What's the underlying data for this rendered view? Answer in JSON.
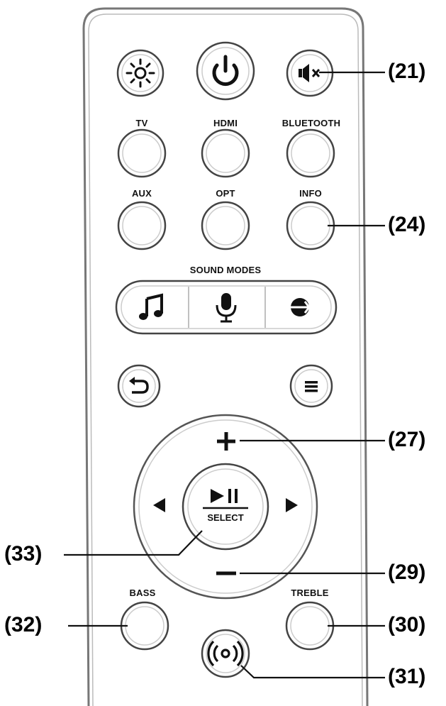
{
  "labels": {
    "tv": "TV",
    "hdmi": "HDMI",
    "bluetooth": "BLUETOOTH",
    "aux": "AUX",
    "opt": "OPT",
    "info": "INFO",
    "sound_modes": "SOUND MODES",
    "select": "SELECT",
    "bass": "BASS",
    "treble": "TREBLE"
  },
  "callouts": {
    "c21": "(21)",
    "c24": "(24)",
    "c27": "(27)",
    "c29": "(29)",
    "c30": "(30)",
    "c31": "(31)",
    "c32": "(32)",
    "c33": "(33)"
  },
  "icons": {
    "brightness": "sun-icon",
    "power": "power-icon",
    "mute": "mute-icon",
    "music_mode": "music-note-icon",
    "voice_mode": "microphone-icon",
    "movie_mode": "movie-mode-icon",
    "back": "back-arrow-icon",
    "menu": "menu-icon",
    "play_pause": "play-pause-icon",
    "left": "left-arrow-icon",
    "right": "right-arrow-icon",
    "volume_up": "plus-icon",
    "volume_down": "minus-icon",
    "surround": "surround-sound-icon"
  }
}
